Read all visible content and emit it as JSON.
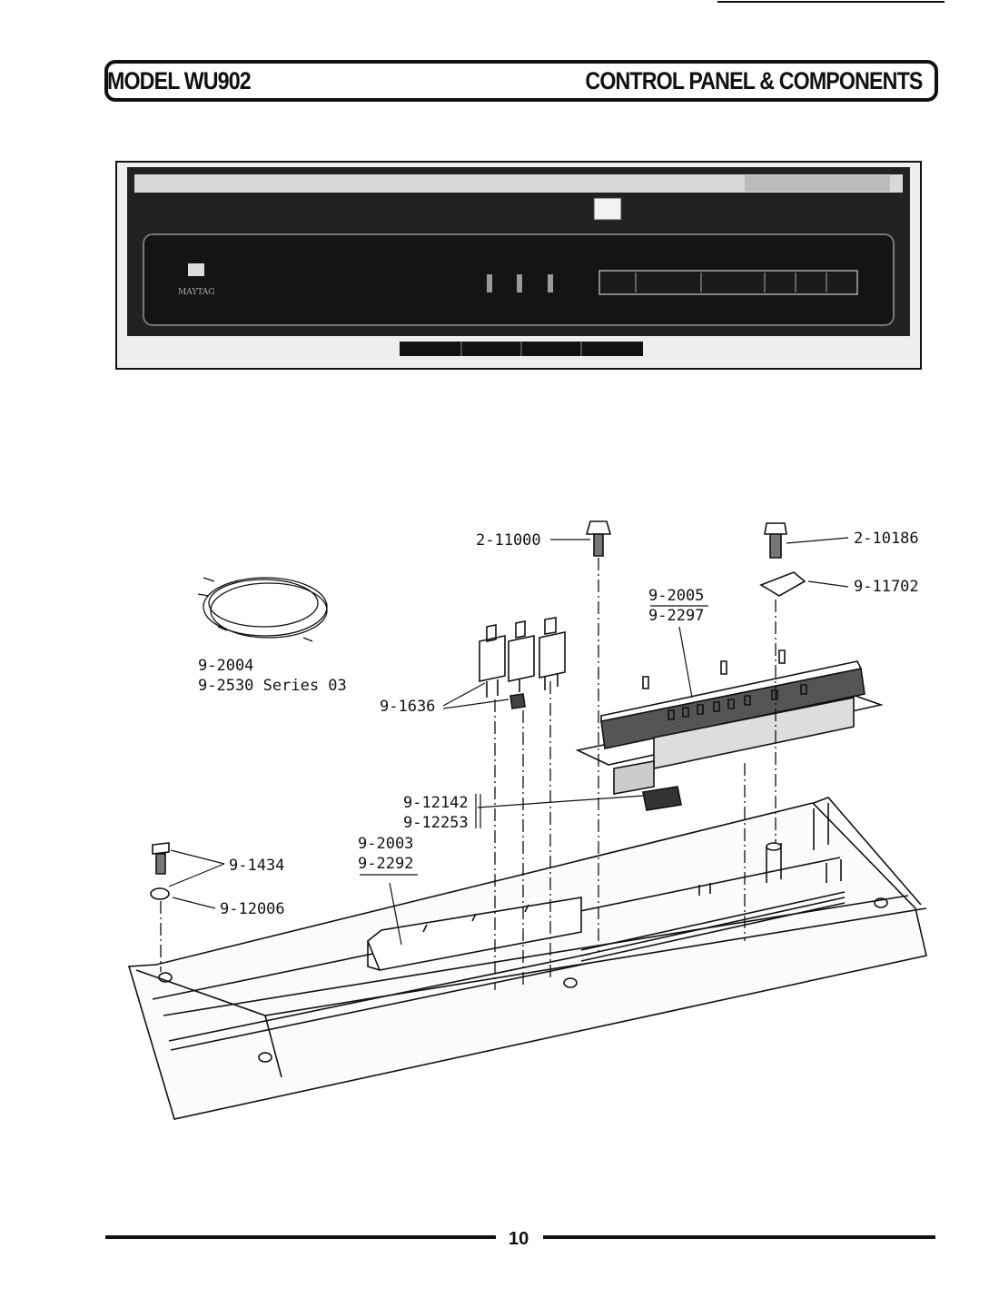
{
  "header": {
    "model": "MODEL WU902",
    "section": "CONTROL PANEL & COMPONENTS"
  },
  "panel": {
    "brand": "MAYTAG"
  },
  "parts": {
    "screw_left": "2-11000",
    "screw_right": "2-10186",
    "clip": "9-11702",
    "board_a": "9-2005",
    "board_b": "9-2297",
    "harness_a": "9-2004",
    "harness_b": "9-2530 Series 03",
    "switch": "9-1636",
    "connector_a": "9-12142",
    "connector_b": "9-12253",
    "bracket_a": "9-2003",
    "bracket_b": "9-2292",
    "screw_small": "9-1434",
    "plug": "9-12006"
  },
  "footer": {
    "page_number": "10"
  }
}
